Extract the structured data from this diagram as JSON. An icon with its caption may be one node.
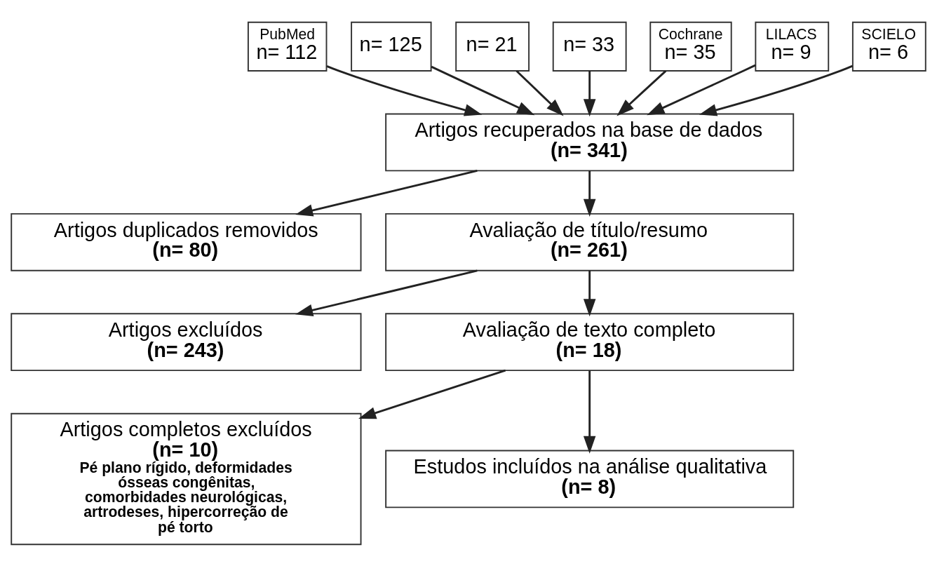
{
  "diagram": {
    "nodes": [
      {
        "text": [
          "PubMed",
          "n= 112"
        ]
      },
      {
        "text": [
          "n= 125"
        ]
      },
      {
        "text": [
          "n= 21"
        ]
      },
      {
        "text": [
          "n= 33"
        ]
      },
      {
        "text": [
          "Cochrane",
          "n= 35"
        ]
      },
      {
        "text": [
          "LILACS",
          "n= 9"
        ]
      },
      {
        "text": [
          "SCIELO",
          "n= 6"
        ]
      },
      {
        "text": [
          "Artigos recuperados na base de dados",
          "(n= 341)"
        ]
      },
      {
        "text": [
          "Artigos duplicados removidos",
          "(n= 80)"
        ]
      },
      {
        "text": [
          "Avaliação de título/resumo",
          "(n= 261)"
        ]
      },
      {
        "text": [
          "Artigos excluídos",
          "(n= 243)"
        ]
      },
      {
        "text": [
          "Avaliação de texto completo",
          "(n= 18)"
        ]
      },
      {
        "text": [
          "Artigos completos excluídos",
          "(n= 10)",
          "Pé plano rígido, deformidades ósseas congênitas, comorbidades neurológicas, artrodeses, hipercorreção de pé torto"
        ]
      },
      {
        "text": [
          "Estudos incluídos na análise qualitativa",
          "(n= 8)"
        ]
      }
    ],
    "edges": [
      {
        "from": 0,
        "to": 7,
        "arrow": "to"
      },
      {
        "from": 1,
        "to": 7,
        "arrow": "to"
      },
      {
        "from": 2,
        "to": 7,
        "arrow": "to"
      },
      {
        "from": 3,
        "to": 7,
        "arrow": "to"
      },
      {
        "from": 4,
        "to": 7,
        "arrow": "to"
      },
      {
        "from": 5,
        "to": 7,
        "arrow": "to"
      },
      {
        "from": 6,
        "to": 7,
        "arrow": "to"
      },
      {
        "from": 7,
        "to": 8,
        "arrow": "to"
      },
      {
        "from": 7,
        "to": 9,
        "arrow": "to"
      },
      {
        "from": 9,
        "to": 10,
        "arrow": "to"
      },
      {
        "from": 9,
        "to": 11,
        "arrow": "to"
      },
      {
        "from": 11,
        "to": 12,
        "arrow": "to"
      },
      {
        "from": 11,
        "to": 13,
        "arrow": "to"
      }
    ]
  }
}
